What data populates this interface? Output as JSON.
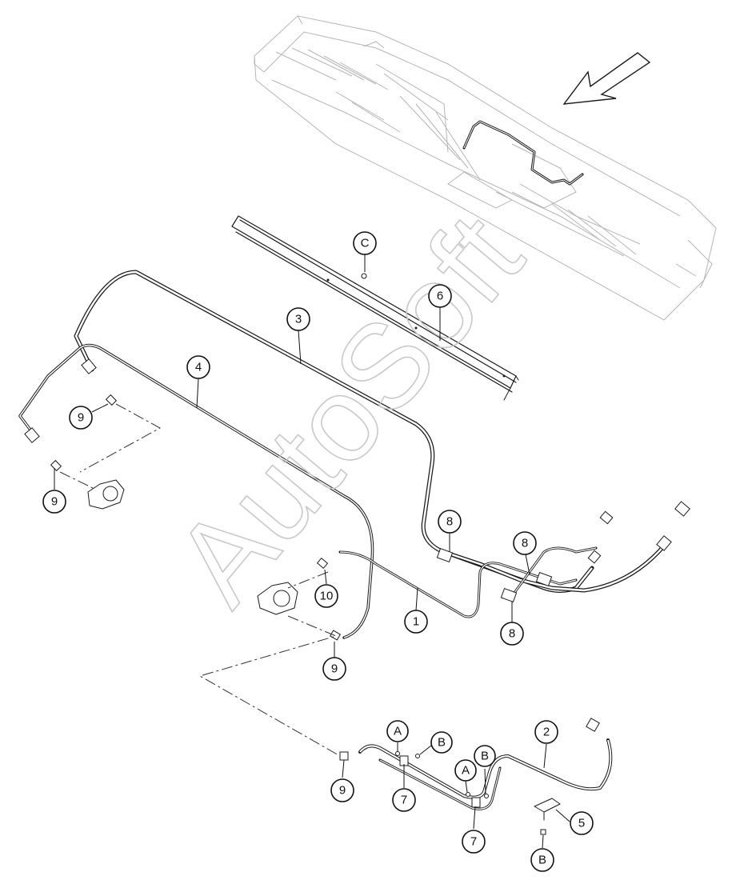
{
  "watermark": "AutoSoft",
  "callouts": {
    "c1": "1",
    "c2": "2",
    "c3": "3",
    "c4": "4",
    "c5": "5",
    "c6": "6",
    "c7a": "7",
    "c7b": "7",
    "c8a": "8",
    "c8b": "8",
    "c8c": "8",
    "c9a": "9",
    "c9b": "9",
    "c9c": "9",
    "c9d": "9",
    "c10": "10",
    "cA1": "A",
    "cA2": "A",
    "cB1": "B",
    "cB2": "B",
    "cB3": "B",
    "cC": "C"
  },
  "colors": {
    "line": "#1a1a1a",
    "faint": "#b5b5b5",
    "watermark": "#c8c8c8"
  },
  "icons": [
    "direction-arrow-icon",
    "hydraulic-motor-icon",
    "fitting-icon",
    "clamp-icon",
    "bracket-icon"
  ]
}
